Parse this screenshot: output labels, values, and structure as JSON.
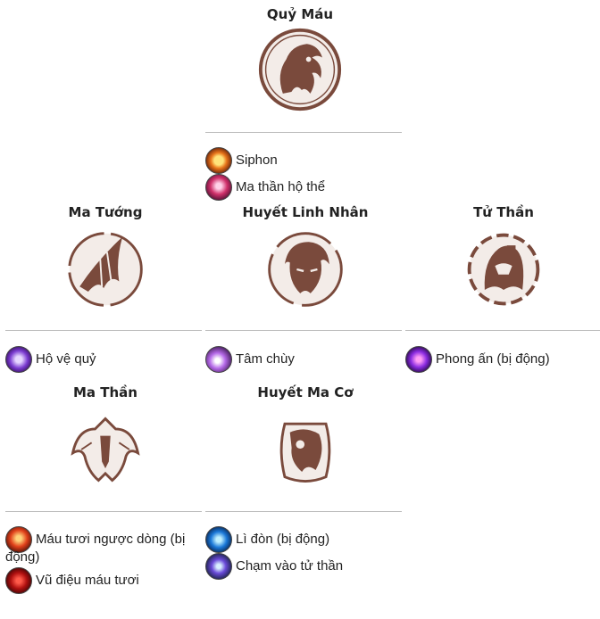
{
  "top": {
    "title": "Quỷ Máu",
    "skills": [
      {
        "label": "Siphon",
        "icon": "fire-orb-icon"
      },
      {
        "label": "Ma thần hộ thể",
        "icon": "demon-shield-icon"
      }
    ]
  },
  "row2": [
    {
      "title": "Ma Tướng",
      "emblem": "wing-blade-emblem-icon",
      "skills": [
        {
          "label": "Hộ vệ quỷ",
          "icon": "skull-guard-icon"
        }
      ]
    },
    {
      "title": "Huyết Linh Nhân",
      "emblem": "warrior-face-emblem-icon",
      "skills": [
        {
          "label": "Tâm chùy",
          "icon": "spirit-hammer-icon"
        }
      ]
    },
    {
      "title": "Tử Thần",
      "emblem": "reaper-cloak-emblem-icon",
      "skills": [
        {
          "label": "Phong ấn (bị động)",
          "icon": "seal-eyes-icon"
        }
      ]
    }
  ],
  "row3": [
    {
      "title": "Ma Thần",
      "emblem": "demon-wings-emblem-icon",
      "skills": [
        {
          "label": "Máu tươi ngược dòng (bị",
          "label_cont": "động)",
          "icon": "blood-flow-icon"
        },
        {
          "label": "Vũ điệu máu tươi",
          "icon": "blood-dance-icon"
        }
      ]
    },
    {
      "title": "Huyết Ma Cơ",
      "emblem": "witch-emblem-icon",
      "skills": [
        {
          "label": "Lì đòn (bị động)",
          "icon": "tough-shield-icon"
        },
        {
          "label": "Chạm vào tử thần",
          "icon": "death-touch-icon"
        }
      ]
    }
  ],
  "colors": {
    "emblem_brown": "#7a4a3c",
    "emblem_light": "#f3ece8",
    "divider": "#bdbdbd"
  }
}
